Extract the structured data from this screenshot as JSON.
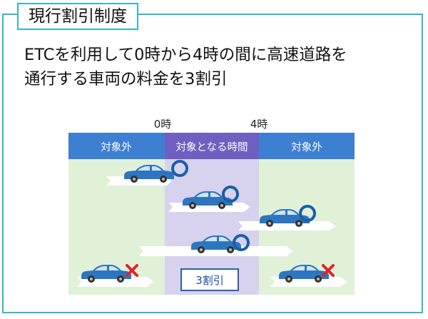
{
  "title_tag": "現行割引制度",
  "description": {
    "line1": "ETCを利用して0時から4時の間に高速道路を",
    "line2": "通行する車両の料金を3割引"
  },
  "diagram": {
    "time_start": "0時",
    "time_end": "4時",
    "header_left": "対象外",
    "header_center": "対象となる時間",
    "header_right": "対象外",
    "discount_label": "3割引",
    "colors": {
      "header_blue": "#3d7fd1",
      "header_purple": "#6f5fc0",
      "zone_green": "#e0f1d7",
      "zone_purple": "#d7d2ee",
      "car": "#2d76bf",
      "circle": "#1a5fa8",
      "cross": "#e0242a",
      "frame": "#34b6c8"
    }
  }
}
